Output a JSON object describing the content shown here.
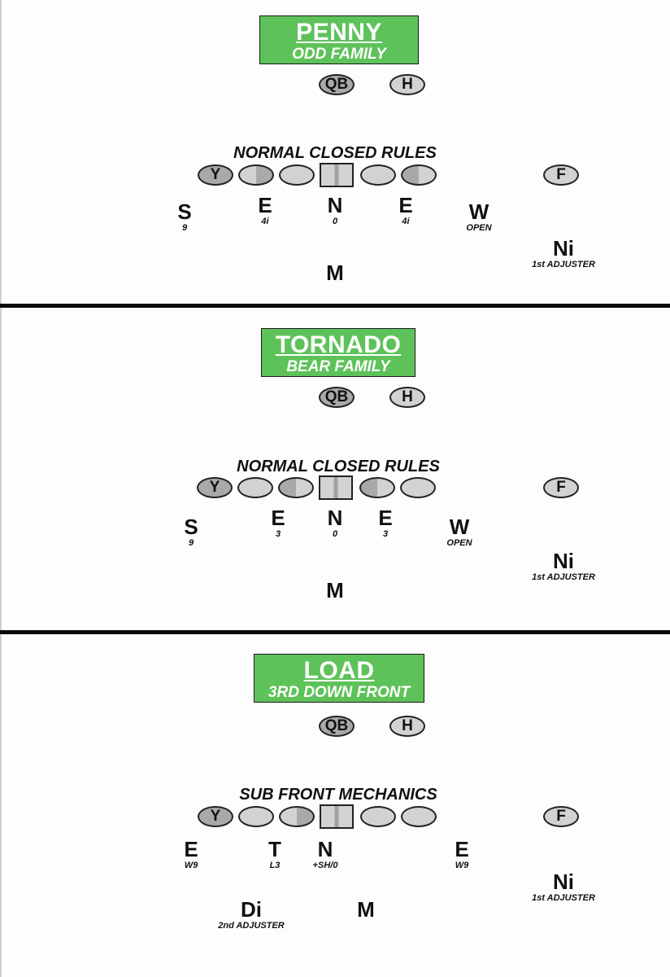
{
  "panels": [
    {
      "title": "PENNY",
      "subtitle": "ODD FAMILY",
      "rules": "NORMAL CLOSED RULES",
      "backfield": {
        "qb": "QB",
        "h": "H"
      },
      "line": {
        "y": "Y",
        "f": "F"
      },
      "defenders": [
        {
          "letter": "S",
          "tech": "9"
        },
        {
          "letter": "E",
          "tech": "4i"
        },
        {
          "letter": "N",
          "tech": "0"
        },
        {
          "letter": "E",
          "tech": "4i"
        },
        {
          "letter": "W",
          "tech": "OPEN"
        },
        {
          "letter": "Ni",
          "tech": "1st ADJUSTER"
        },
        {
          "letter": "M",
          "tech": ""
        }
      ]
    },
    {
      "title": "TORNADO",
      "subtitle": "BEAR FAMILY",
      "rules": "NORMAL CLOSED RULES",
      "backfield": {
        "qb": "QB",
        "h": "H"
      },
      "line": {
        "y": "Y",
        "f": "F"
      },
      "defenders": [
        {
          "letter": "S",
          "tech": "9"
        },
        {
          "letter": "E",
          "tech": "3"
        },
        {
          "letter": "N",
          "tech": "0"
        },
        {
          "letter": "E",
          "tech": "3"
        },
        {
          "letter": "W",
          "tech": "OPEN"
        },
        {
          "letter": "Ni",
          "tech": "1st ADJUSTER"
        },
        {
          "letter": "M",
          "tech": ""
        }
      ]
    },
    {
      "title": "LOAD",
      "subtitle": "3RD DOWN FRONT",
      "rules": "SUB FRONT MECHANICS",
      "backfield": {
        "qb": "QB",
        "h": "H"
      },
      "line": {
        "y": "Y",
        "f": "F"
      },
      "defenders": [
        {
          "letter": "E",
          "tech": "W9"
        },
        {
          "letter": "T",
          "tech": "L3"
        },
        {
          "letter": "N",
          "tech": "+SH/0"
        },
        {
          "letter": "E",
          "tech": "W9"
        },
        {
          "letter": "Ni",
          "tech": "1st ADJUSTER"
        },
        {
          "letter": "Di",
          "tech": "2nd ADJUSTER"
        },
        {
          "letter": "M",
          "tech": ""
        }
      ]
    }
  ],
  "colors": {
    "title_green": "#5ec25a",
    "oval_light": "#d2d2d2",
    "oval_dark": "#a9a9a9",
    "divider": "#0a0a0a"
  }
}
